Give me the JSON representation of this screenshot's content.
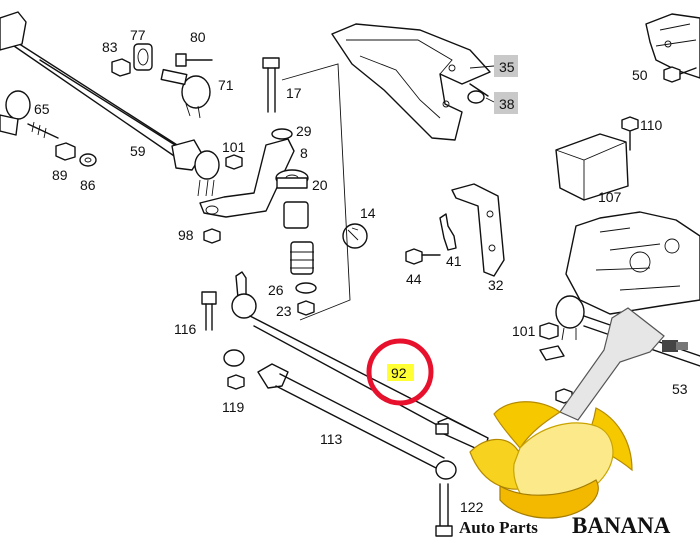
{
  "labels": {
    "p77": "77",
    "p80": "80",
    "p83": "83",
    "p71": "71",
    "p65": "65",
    "p59": "59",
    "p89": "89",
    "p86": "86",
    "p101a": "101",
    "p17": "17",
    "p29": "29",
    "p8": "8",
    "p20": "20",
    "p14": "14",
    "p98": "98",
    "p26": "26",
    "p23": "23",
    "p35": "35",
    "p38": "38",
    "p41": "41",
    "p44": "44",
    "p32": "32",
    "p50": "50",
    "p110": "110",
    "p107": "107",
    "p116": "116",
    "p119": "119",
    "p113": "113",
    "p92": "92",
    "p101b": "101",
    "p53": "53",
    "p122": "122"
  },
  "highlight": {
    "part": "92",
    "circle_color": "#e8112d",
    "fill_color": "#ffff33"
  },
  "boxed_callout_color": "#c9c9c9",
  "watermark": {
    "prefix": "Auto Parts ",
    "brand": "BANANA",
    "logo": "banana-logo"
  }
}
